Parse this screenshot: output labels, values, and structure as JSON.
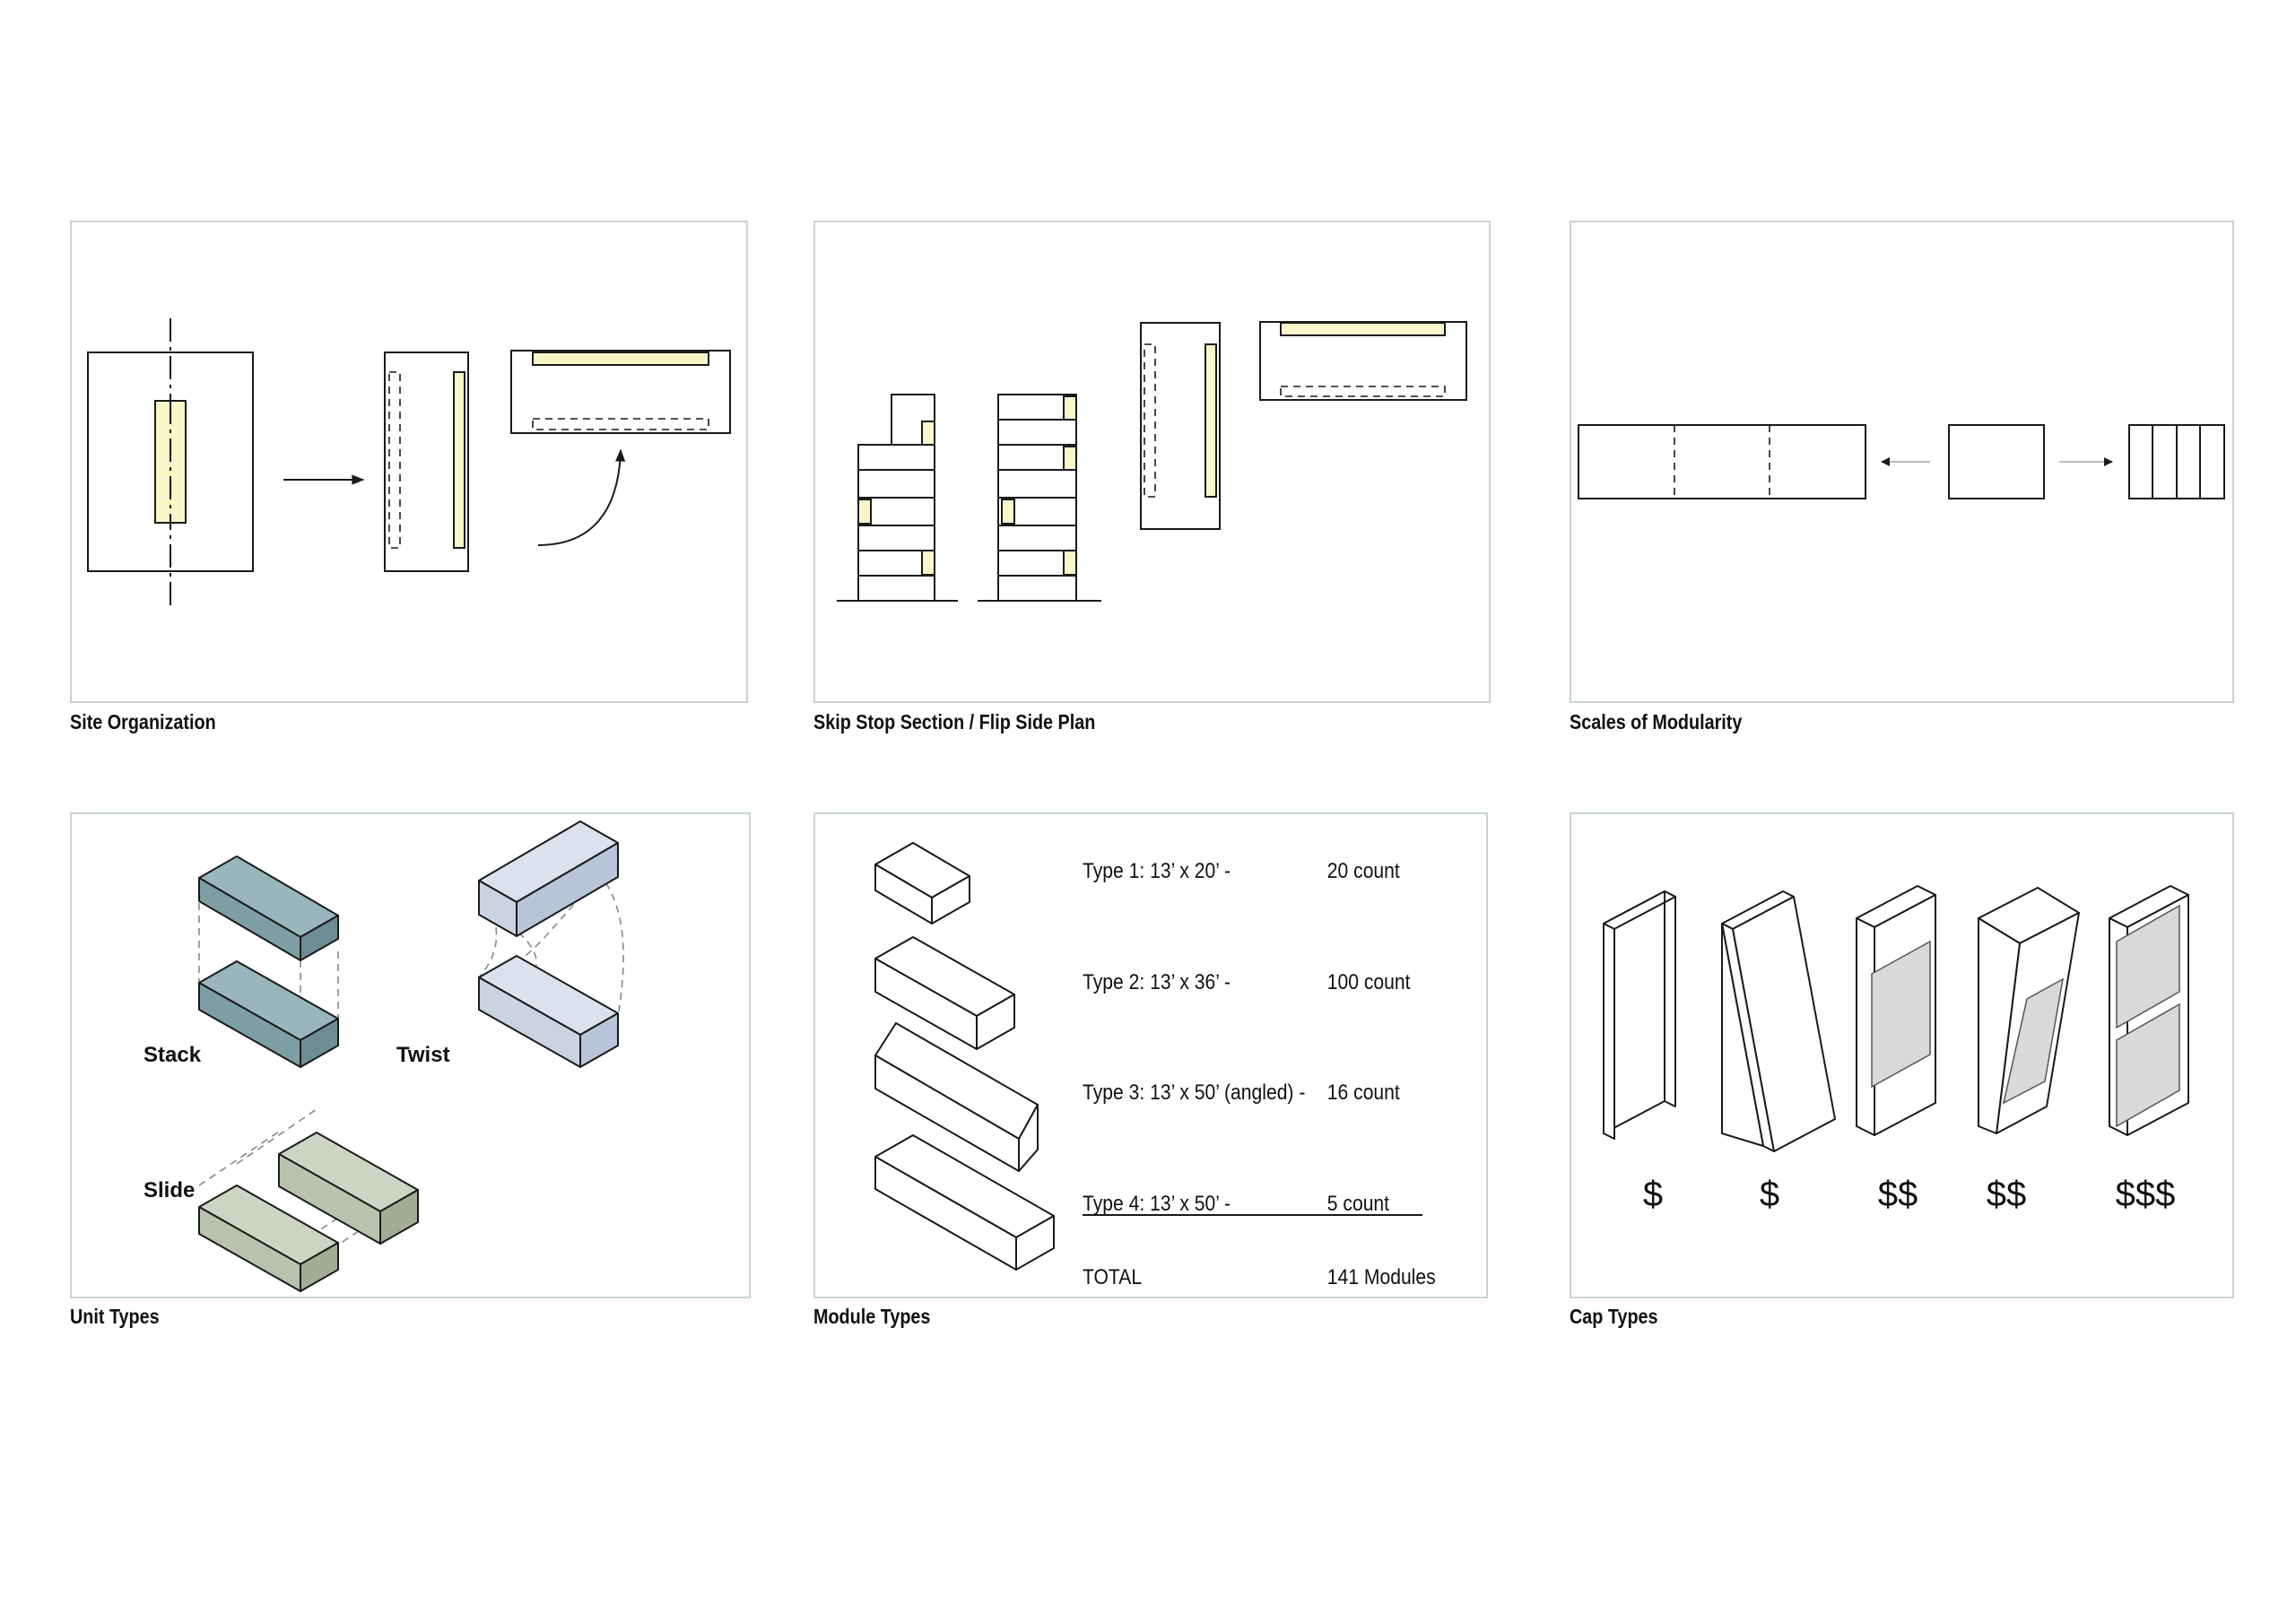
{
  "captions": {
    "site": "Site Organization",
    "skip": "Skip Stop Section / Flip Side Plan",
    "scales": "Scales of Modularity",
    "unit": "Unit Types",
    "module": "Module Types",
    "cap": "Cap Types"
  },
  "unit_labels": {
    "stack": "Stack",
    "twist": "Twist",
    "slide": "Slide"
  },
  "module_table": {
    "rows": [
      {
        "type": "Type 1: 13’ x 20’ -",
        "count": "20 count"
      },
      {
        "type": "Type 2:  13’ x 36’ -",
        "count": "100 count"
      },
      {
        "type": "Type 3:  13’ x 50’ (angled) -",
        "count": "16 count"
      },
      {
        "type": "Type 4:  13’ x 50’ -",
        "count": "5 count"
      }
    ],
    "total_label": "TOTAL",
    "total_value": "141 Modules"
  },
  "cap_costs": [
    "$",
    "$",
    "$$",
    "$$",
    "$$$"
  ],
  "colors": {
    "stack_fill": "#7d9ea4",
    "twist_fill": "#c9d3e2",
    "slide_fill": "#b9c2ad",
    "highlight_yellow": "#fbf6c8",
    "cap_panel_gray": "#d9d9d9",
    "frame_border": "#c9d3d6"
  }
}
